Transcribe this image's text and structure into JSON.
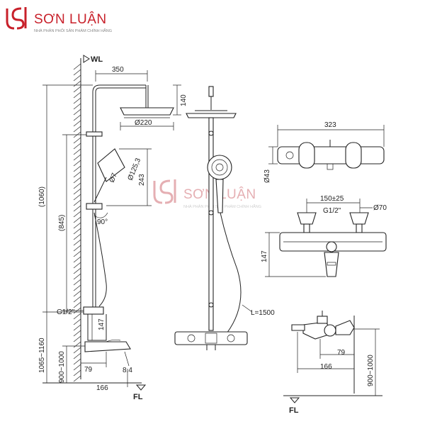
{
  "brand": {
    "name": "SƠN LUẬN",
    "tagline": "NHÀ PHÂN PHỐI SẢN PHẨM CHÍNH HÃNG",
    "logo_color": "#c8202a"
  },
  "labels": {
    "wl": "WL",
    "fl_left": "FL",
    "fl_right": "FL",
    "hose": "L=1500",
    "thread_left": "G1/2\"",
    "thread_right": "G1/2\""
  },
  "dims": {
    "arm_length": "350",
    "head_height": "140",
    "head_diameter": "Ø220",
    "total_height": "(1060)",
    "bar_height": "(845)",
    "hand_height": "243",
    "hand_dia1": "Ø125,3",
    "hand_dia2": "Ø7",
    "angle": "90°",
    "mixer_height_left": "147",
    "install_height": "1065~1160",
    "floor_height_left": "900~1000",
    "spout_79_left": "79",
    "spout_166_left": "166",
    "spout_angle": "8.4",
    "mixer_width": "323",
    "mixer_dia43": "Ø43",
    "centers": "150±25",
    "flange_dia": "Ø70",
    "mixer_height_right": "147",
    "spout_79_right": "79",
    "spout_166_right": "166",
    "floor_height_right": "900~1000"
  }
}
